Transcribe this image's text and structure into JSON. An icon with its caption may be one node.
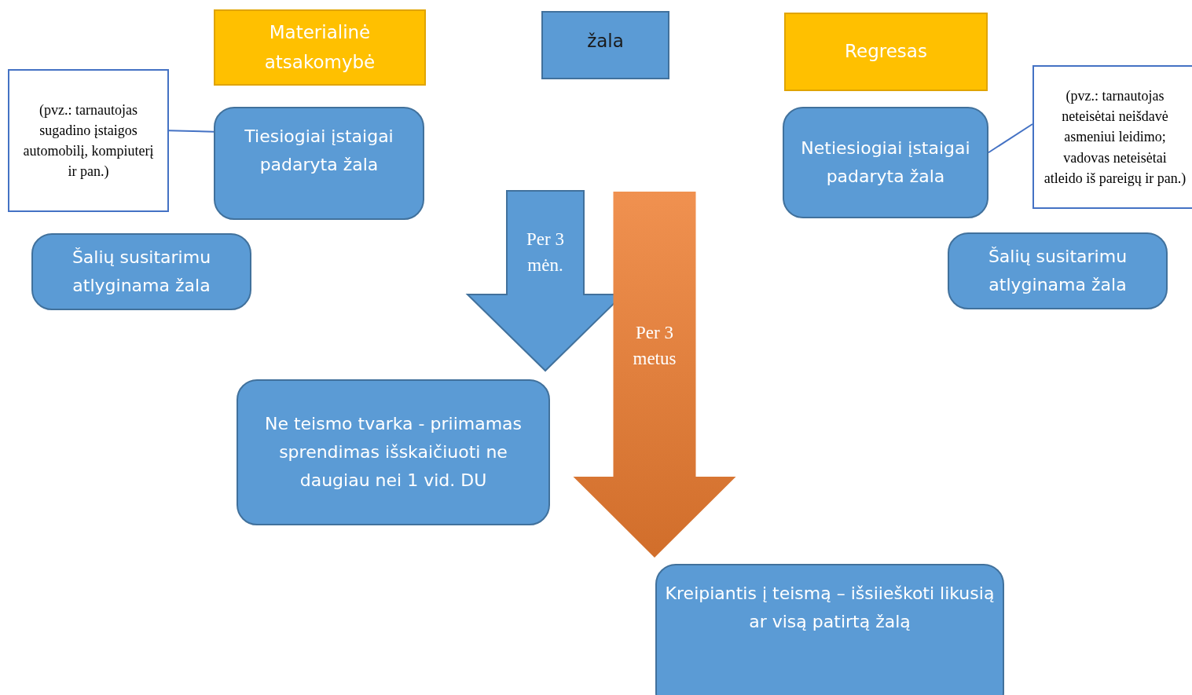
{
  "diagram": {
    "nodes": [
      {
        "text": [
          "Materialinė atsakomybė"
        ]
      },
      {
        "text": [
          "žala"
        ]
      },
      {
        "text": [
          "Regresas"
        ]
      },
      {
        "text": [
          "(pvz.: tarnautojas sugadino įstaigos automobilį, kompiuterį ir pan.)"
        ]
      },
      {
        "text": [
          "Tiesiogiai įstaigai padaryta žala"
        ]
      },
      {
        "text": [
          "Netiesiogiai įstaigai padaryta žala"
        ]
      },
      {
        "text": [
          "(pvz.: tarnautojas neteisėtai neišdavė asmeniui leidimo; vadovas neteisėtai atleido iš pareigų ir pan.)"
        ]
      },
      {
        "text": [
          "Šalių susitarimu atlyginama žala"
        ]
      },
      {
        "text": [
          "Šalių susitarimu atlyginama žala"
        ]
      },
      {
        "text": [
          "Ne teismo tvarka - priimamas sprendimas išskaičiuoti ne daugiau nei 1 vid. DU"
        ]
      },
      {
        "text": [
          "Kreipiantis į teismą – išsiieškoti likusią ar visą patirtą žalą"
        ]
      }
    ],
    "edges": [
      {
        "from": 3,
        "to": 4,
        "arrow": "none"
      },
      {
        "from": 5,
        "to": 6,
        "arrow": "none"
      },
      {
        "from": null,
        "to": 9,
        "arrow": "to",
        "label": "Per 3 mėn.",
        "style": "thick"
      },
      {
        "from": null,
        "to": 10,
        "arrow": "to",
        "label": "Per 3 metus",
        "style": "thick",
        "color": "#ed7d31"
      }
    ]
  }
}
